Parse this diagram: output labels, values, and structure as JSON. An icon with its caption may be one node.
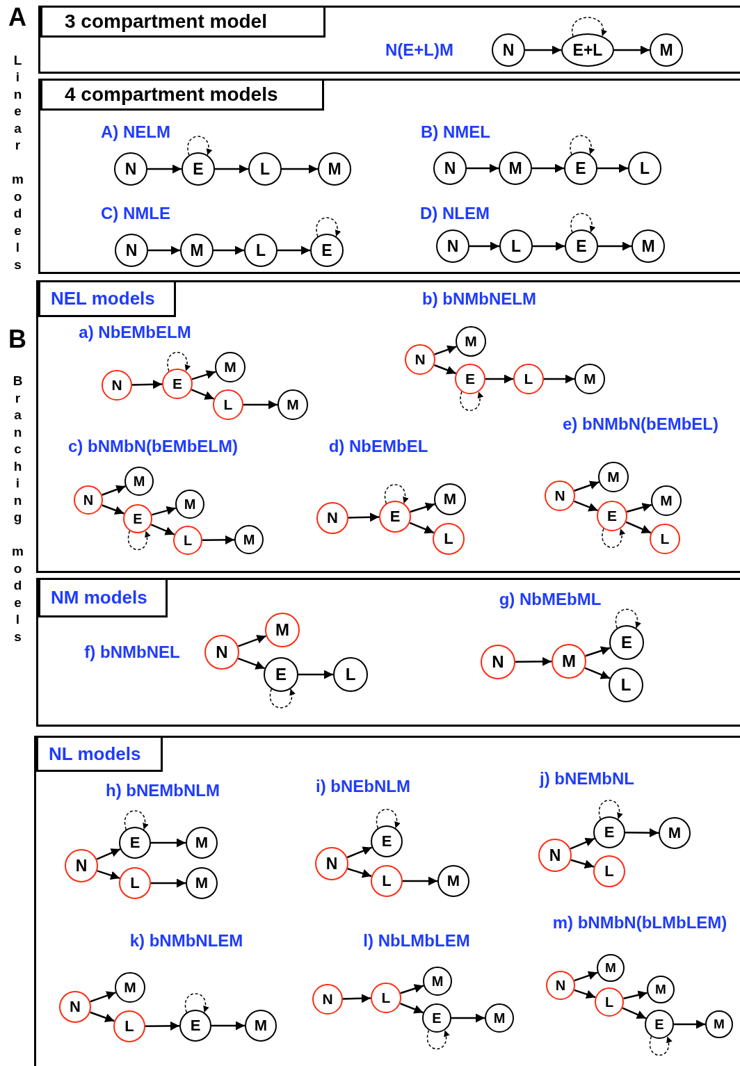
{
  "diagram": {
    "nodes": [
      {
        "text": [
          "3 compartment model"
        ]
      },
      {
        "text": [
          "N"
        ],
        "in": 0
      },
      {
        "text": [
          "E+L"
        ],
        "in": 0
      },
      {
        "text": [
          "M"
        ],
        "in": 0
      },
      {
        "text": [
          "4 compartment models"
        ]
      },
      {
        "text": [
          "N"
        ],
        "in": 4
      },
      {
        "text": [
          "E"
        ],
        "in": 4
      },
      {
        "text": [
          "L"
        ],
        "in": 4
      },
      {
        "text": [
          "M"
        ],
        "in": 4
      },
      {
        "text": [
          "N"
        ],
        "in": 4
      },
      {
        "text": [
          "M"
        ],
        "in": 4
      },
      {
        "text": [
          "E"
        ],
        "in": 4
      },
      {
        "text": [
          "L"
        ],
        "in": 4
      },
      {
        "text": [
          "N"
        ],
        "in": 4
      },
      {
        "text": [
          "M"
        ],
        "in": 4
      },
      {
        "text": [
          "L"
        ],
        "in": 4
      },
      {
        "text": [
          "E"
        ],
        "in": 4
      },
      {
        "text": [
          "N"
        ],
        "in": 4
      },
      {
        "text": [
          "L"
        ],
        "in": 4
      },
      {
        "text": [
          "E"
        ],
        "in": 4
      },
      {
        "text": [
          "M"
        ],
        "in": 4
      },
      {
        "text": [
          "NEL models"
        ]
      },
      {
        "text": [
          "N"
        ],
        "in": 21
      },
      {
        "text": [
          "E"
        ],
        "in": 21
      },
      {
        "text": [
          "M"
        ],
        "in": 21
      },
      {
        "text": [
          "L"
        ],
        "in": 21
      },
      {
        "text": [
          "M"
        ],
        "in": 21
      },
      {
        "text": [
          "N"
        ],
        "in": 21
      },
      {
        "text": [
          "M"
        ],
        "in": 21
      },
      {
        "text": [
          "E"
        ],
        "in": 21
      },
      {
        "text": [
          "L"
        ],
        "in": 21
      },
      {
        "text": [
          "M"
        ],
        "in": 21
      },
      {
        "text": [
          "N"
        ],
        "in": 21
      },
      {
        "text": [
          "M"
        ],
        "in": 21
      },
      {
        "text": [
          "E"
        ],
        "in": 21
      },
      {
        "text": [
          "M"
        ],
        "in": 21
      },
      {
        "text": [
          "L"
        ],
        "in": 21
      },
      {
        "text": [
          "M"
        ],
        "in": 21
      },
      {
        "text": [
          "N"
        ],
        "in": 21
      },
      {
        "text": [
          "E"
        ],
        "in": 21
      },
      {
        "text": [
          "M"
        ],
        "in": 21
      },
      {
        "text": [
          "L"
        ],
        "in": 21
      },
      {
        "text": [
          "N"
        ],
        "in": 21
      },
      {
        "text": [
          "M"
        ],
        "in": 21
      },
      {
        "text": [
          "E"
        ],
        "in": 21
      },
      {
        "text": [
          "M"
        ],
        "in": 21
      },
      {
        "text": [
          "L"
        ],
        "in": 21
      },
      {
        "text": [
          "NM models"
        ]
      },
      {
        "text": [
          "N"
        ],
        "in": 47
      },
      {
        "text": [
          "M"
        ],
        "in": 47
      },
      {
        "text": [
          "E"
        ],
        "in": 47
      },
      {
        "text": [
          "L"
        ],
        "in": 47
      },
      {
        "text": [
          "N"
        ],
        "in": 47
      },
      {
        "text": [
          "M"
        ],
        "in": 47
      },
      {
        "text": [
          "E"
        ],
        "in": 47
      },
      {
        "text": [
          "L"
        ],
        "in": 47
      },
      {
        "text": [
          "NL models"
        ]
      },
      {
        "text": [
          "N"
        ],
        "in": 56
      },
      {
        "text": [
          "E"
        ],
        "in": 56
      },
      {
        "text": [
          "M"
        ],
        "in": 56
      },
      {
        "text": [
          "L"
        ],
        "in": 56
      },
      {
        "text": [
          "M"
        ],
        "in": 56
      },
      {
        "text": [
          "N"
        ],
        "in": 56
      },
      {
        "text": [
          "E"
        ],
        "in": 56
      },
      {
        "text": [
          "L"
        ],
        "in": 56
      },
      {
        "text": [
          "M"
        ],
        "in": 56
      },
      {
        "text": [
          "N"
        ],
        "in": 56
      },
      {
        "text": [
          "E"
        ],
        "in": 56
      },
      {
        "text": [
          "M"
        ],
        "in": 56
      },
      {
        "text": [
          "L"
        ],
        "in": 56
      },
      {
        "text": [
          "N"
        ],
        "in": 56
      },
      {
        "text": [
          "M"
        ],
        "in": 56
      },
      {
        "text": [
          "L"
        ],
        "in": 56
      },
      {
        "text": [
          "E"
        ],
        "in": 56
      },
      {
        "text": [
          "M"
        ],
        "in": 56
      },
      {
        "text": [
          "N"
        ],
        "in": 56
      },
      {
        "text": [
          "L"
        ],
        "in": 56
      },
      {
        "text": [
          "M"
        ],
        "in": 56
      },
      {
        "text": [
          "E"
        ],
        "in": 56
      },
      {
        "text": [
          "M"
        ],
        "in": 56
      },
      {
        "text": [
          "N"
        ],
        "in": 56
      },
      {
        "text": [
          "M"
        ],
        "in": 56
      },
      {
        "text": [
          "L"
        ],
        "in": 56
      },
      {
        "text": [
          "M"
        ],
        "in": 56
      },
      {
        "text": [
          "E"
        ],
        "in": 56
      },
      {
        "text": [
          "M"
        ],
        "in": 56
      }
    ],
    "edges": [
      {
        "from": 1,
        "to": 2,
        "arrow": "to"
      },
      {
        "from": 2,
        "to": 2,
        "arrow": "to",
        "style": "dashed"
      },
      {
        "from": 2,
        "to": 3,
        "arrow": "to"
      },
      {
        "from": 5,
        "to": 6,
        "arrow": "to"
      },
      {
        "from": 6,
        "to": 6,
        "arrow": "to",
        "style": "dashed"
      },
      {
        "from": 6,
        "to": 7,
        "arrow": "to"
      },
      {
        "from": 7,
        "to": 8,
        "arrow": "to"
      },
      {
        "from": 9,
        "to": 10,
        "arrow": "to"
      },
      {
        "from": 10,
        "to": 11,
        "arrow": "to"
      },
      {
        "from": 11,
        "to": 11,
        "arrow": "to",
        "style": "dashed"
      },
      {
        "from": 11,
        "to": 12,
        "arrow": "to"
      },
      {
        "from": 13,
        "to": 14,
        "arrow": "to"
      },
      {
        "from": 14,
        "to": 15,
        "arrow": "to"
      },
      {
        "from": 15,
        "to": 16,
        "arrow": "to"
      },
      {
        "from": 16,
        "to": 16,
        "arrow": "to",
        "style": "dashed"
      },
      {
        "from": 17,
        "to": 18,
        "arrow": "to"
      },
      {
        "from": 18,
        "to": 19,
        "arrow": "to"
      },
      {
        "from": 19,
        "to": 19,
        "arrow": "to",
        "style": "dashed"
      },
      {
        "from": 19,
        "to": 20,
        "arrow": "to"
      },
      {
        "from": 22,
        "to": 23,
        "arrow": "to"
      },
      {
        "from": 23,
        "to": 23,
        "arrow": "to",
        "style": "dashed"
      },
      {
        "from": 23,
        "to": 24,
        "arrow": "to"
      },
      {
        "from": 23,
        "to": 25,
        "arrow": "to"
      },
      {
        "from": 25,
        "to": 26,
        "arrow": "to"
      },
      {
        "from": 27,
        "to": 28,
        "arrow": "to"
      },
      {
        "from": 27,
        "to": 29,
        "arrow": "to"
      },
      {
        "from": 29,
        "to": 29,
        "arrow": "to",
        "style": "dashed"
      },
      {
        "from": 29,
        "to": 30,
        "arrow": "to"
      },
      {
        "from": 30,
        "to": 31,
        "arrow": "to"
      },
      {
        "from": 32,
        "to": 33,
        "arrow": "to"
      },
      {
        "from": 32,
        "to": 34,
        "arrow": "to"
      },
      {
        "from": 34,
        "to": 34,
        "arrow": "to",
        "style": "dashed"
      },
      {
        "from": 34,
        "to": 35,
        "arrow": "to"
      },
      {
        "from": 34,
        "to": 36,
        "arrow": "to"
      },
      {
        "from": 36,
        "to": 37,
        "arrow": "to"
      },
      {
        "from": 38,
        "to": 39,
        "arrow": "to"
      },
      {
        "from": 39,
        "to": 39,
        "arrow": "to",
        "style": "dashed"
      },
      {
        "from": 39,
        "to": 40,
        "arrow": "to"
      },
      {
        "from": 39,
        "to": 41,
        "arrow": "to"
      },
      {
        "from": 42,
        "to": 43,
        "arrow": "to"
      },
      {
        "from": 42,
        "to": 44,
        "arrow": "to"
      },
      {
        "from": 44,
        "to": 44,
        "arrow": "to",
        "style": "dashed"
      },
      {
        "from": 44,
        "to": 45,
        "arrow": "to"
      },
      {
        "from": 44,
        "to": 46,
        "arrow": "to"
      },
      {
        "from": 48,
        "to": 49,
        "arrow": "to"
      },
      {
        "from": 48,
        "to": 50,
        "arrow": "to"
      },
      {
        "from": 50,
        "to": 50,
        "arrow": "to",
        "style": "dashed"
      },
      {
        "from": 50,
        "to": 51,
        "arrow": "to"
      },
      {
        "from": 52,
        "to": 53,
        "arrow": "to"
      },
      {
        "from": 53,
        "to": 54,
        "arrow": "to"
      },
      {
        "from": 54,
        "to": 54,
        "arrow": "to",
        "style": "dashed"
      },
      {
        "from": 53,
        "to": 55,
        "arrow": "to"
      },
      {
        "from": 57,
        "to": 58,
        "arrow": "to"
      },
      {
        "from": 57,
        "to": 60,
        "arrow": "to"
      },
      {
        "from": 58,
        "to": 58,
        "arrow": "to",
        "style": "dashed"
      },
      {
        "from": 58,
        "to": 59,
        "arrow": "to"
      },
      {
        "from": 60,
        "to": 61,
        "arrow": "to"
      },
      {
        "from": 62,
        "to": 63,
        "arrow": "to"
      },
      {
        "from": 62,
        "to": 64,
        "arrow": "to"
      },
      {
        "from": 63,
        "to": 63,
        "arrow": "to",
        "style": "dashed"
      },
      {
        "from": 64,
        "to": 65,
        "arrow": "to"
      },
      {
        "from": 66,
        "to": 67,
        "arrow": "to"
      },
      {
        "from": 66,
        "to": 69,
        "arrow": "to"
      },
      {
        "from": 67,
        "to": 67,
        "arrow": "to",
        "style": "dashed"
      },
      {
        "from": 67,
        "to": 68,
        "arrow": "to"
      },
      {
        "from": 70,
        "to": 71,
        "arrow": "to"
      },
      {
        "from": 70,
        "to": 72,
        "arrow": "to"
      },
      {
        "from": 72,
        "to": 73,
        "arrow": "to"
      },
      {
        "from": 73,
        "to": 73,
        "arrow": "to",
        "style": "dashed"
      },
      {
        "from": 73,
        "to": 74,
        "arrow": "to"
      },
      {
        "from": 75,
        "to": 76,
        "arrow": "to"
      },
      {
        "from": 76,
        "to": 77,
        "arrow": "to"
      },
      {
        "from": 76,
        "to": 78,
        "arrow": "to"
      },
      {
        "from": 78,
        "to": 78,
        "arrow": "to",
        "style": "dashed"
      },
      {
        "from": 78,
        "to": 79,
        "arrow": "to"
      },
      {
        "from": 80,
        "to": 81,
        "arrow": "to"
      },
      {
        "from": 80,
        "to": 82,
        "arrow": "to"
      },
      {
        "from": 82,
        "to": 83,
        "arrow": "to"
      },
      {
        "from": 82,
        "to": 84,
        "arrow": "to"
      },
      {
        "from": 84,
        "to": 84,
        "arrow": "to",
        "style": "dashed"
      },
      {
        "from": 84,
        "to": 85,
        "arrow": "to"
      }
    ],
    "labels": [
      "A",
      "Linear models",
      "N(E+L)M",
      "A) NELM",
      "B) NMEL",
      "C) NMLE",
      "D) NLEM",
      "B",
      "Branching models",
      "a) NbEMbELM",
      "b) bNMbNELM",
      "c) bNMbN(bEMbELM)",
      "d) NbEMbEL",
      "e) bNMbN(bEMbEL)",
      "f) bNMbNEL",
      "g) NbMEbML",
      "h) bNEMbNLM",
      "i) bNEbNLM",
      "j) bNEMbNL",
      "k) bNMbNLEM",
      "l) NbLMbLEM",
      "m) bNMbN(bLMbLEM)"
    ]
  }
}
